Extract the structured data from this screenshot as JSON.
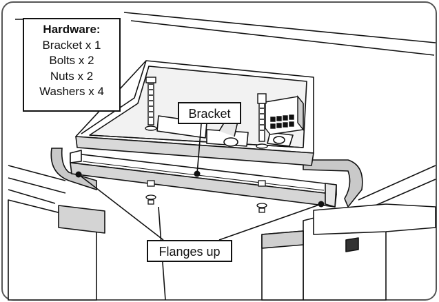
{
  "hardware": {
    "title": "Hardware:",
    "items": [
      "Bracket x 1",
      "Bolts x 2",
      "Nuts x 2",
      "Washers x 4"
    ]
  },
  "labels": {
    "bracket": "Bracket",
    "flanges": "Flanges up"
  }
}
